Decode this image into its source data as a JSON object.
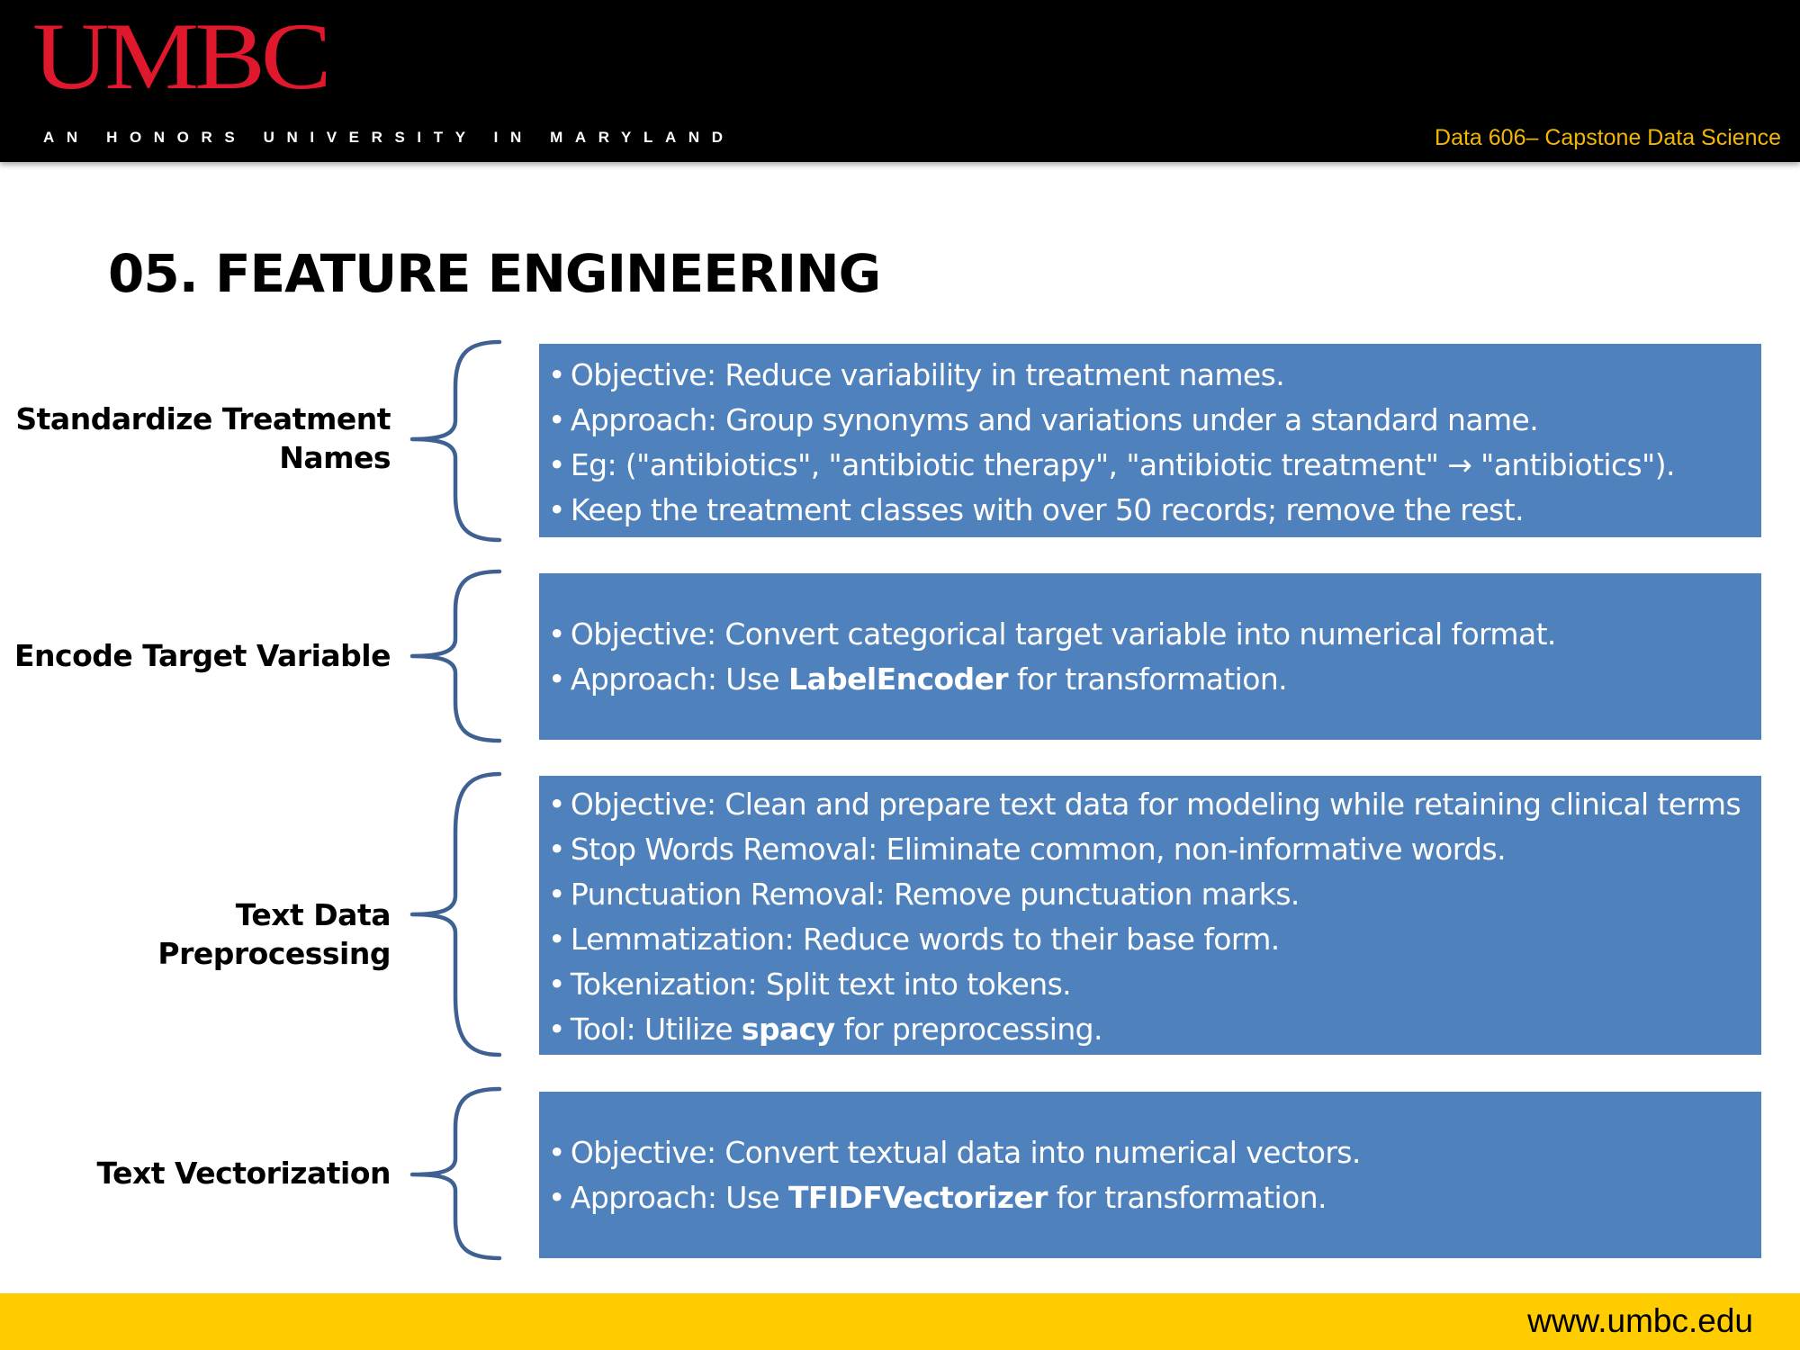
{
  "header": {
    "logo": "UMBC",
    "tagline": "AN HONORS UNIVERSITY IN MARYLAND",
    "course": "Data 606– Capstone Data Science"
  },
  "title": "05. FEATURE ENGINEERING",
  "sections": [
    {
      "label": "Standardize Treatment Names",
      "bullets": [
        [
          "Objective: Reduce variability in treatment names."
        ],
        [
          "Approach:  Group synonyms and variations under a standard name."
        ],
        [
          "Eg: (\"antibiotics\", \"antibiotic therapy\", \"antibiotic treatment\" → \"antibiotics\")."
        ],
        [
          "Keep the treatment classes with over 50 records; remove the rest."
        ]
      ]
    },
    {
      "label": "Encode Target Variable",
      "bullets": [
        [
          "Objective: Convert categorical target variable into numerical format."
        ],
        [
          "Approach: Use ",
          "LabelEncoder",
          " for transformation."
        ]
      ]
    },
    {
      "label": "Text Data Preprocessing",
      "bullets": [
        [
          "Objective: Clean and prepare text data for modeling while retaining clinical terms"
        ],
        [
          "Stop Words Removal: Eliminate common, non-informative words."
        ],
        [
          "Punctuation Removal: Remove punctuation marks."
        ],
        [
          "Lemmatization: Reduce words to their base form."
        ],
        [
          "Tokenization: Split text into tokens."
        ],
        [
          "Tool: Utilize ",
          "spacy",
          " for preprocessing."
        ]
      ]
    },
    {
      "label": "Text Vectorization",
      "bullets": [
        [
          "Objective: Convert textual data into numerical vectors."
        ],
        [
          "Approach: Use ",
          "TFIDFVectorizer",
          " for transformation."
        ]
      ]
    }
  ],
  "footer": {
    "url": "www.umbc.edu"
  },
  "colors": {
    "logo": "#e0182d",
    "course": "#f2b705",
    "box": "#4f81bd",
    "brace": "#3f6192",
    "footer": "#ffcc00"
  }
}
